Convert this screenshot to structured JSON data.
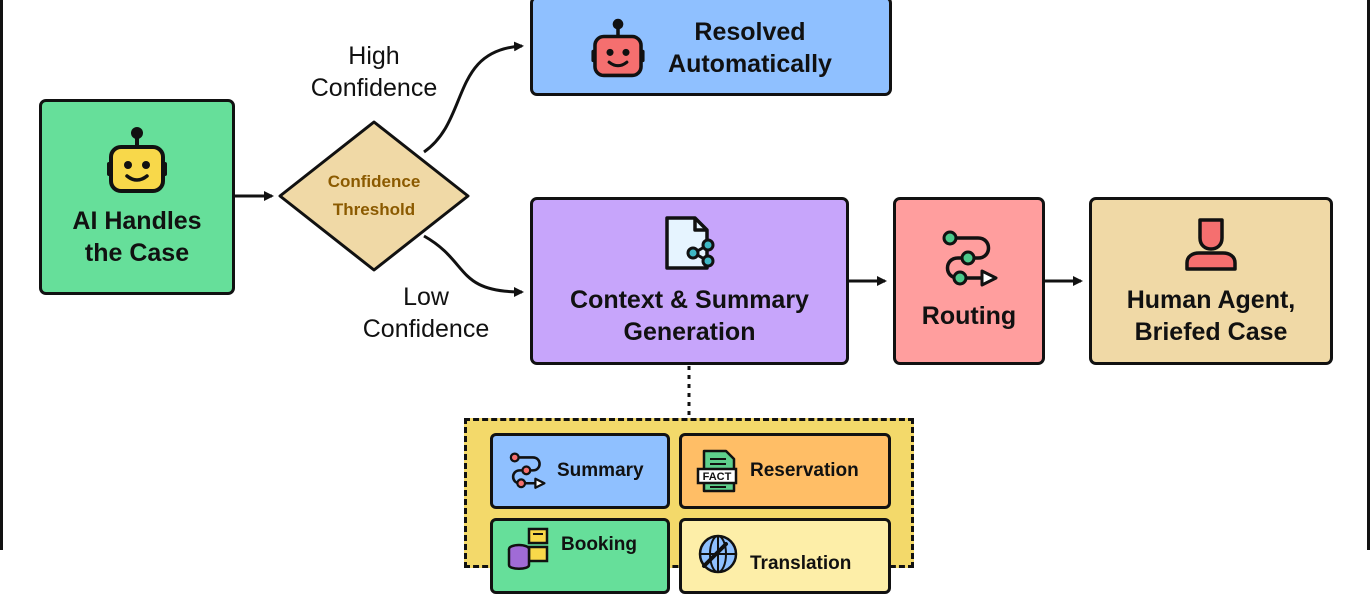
{
  "colors": {
    "ai_box": "#66df9a",
    "decision": "#f0d9a6",
    "resolved": "#8fc0ff",
    "context": "#c7a5fb",
    "routing": "#ff9e9e",
    "human": "#f0d9a6",
    "tools_panel": "#f3d96a",
    "decision_text": "#8b5a00"
  },
  "nodes": {
    "ai_handles": {
      "line1": "AI Handles",
      "line2": "the Case",
      "icon": "robot-icon"
    },
    "decision": {
      "line1": "Confidence",
      "line2": "Threshold"
    },
    "resolved": {
      "line1": "Resolved",
      "line2": "Automatically",
      "icon": "robot-icon"
    },
    "context": {
      "line1": "Context & Summary",
      "line2": "Generation",
      "icon": "document-share-icon"
    },
    "routing": {
      "label": "Routing",
      "icon": "route-icon"
    },
    "human": {
      "line1": "Human Agent,",
      "line2": "Briefed Case",
      "icon": "person-icon"
    }
  },
  "edge_labels": {
    "high": {
      "line1": "High",
      "line2": "Confidence"
    },
    "low": {
      "line1": "Low",
      "line2": "Confidence"
    }
  },
  "tools": [
    {
      "label": "Summary",
      "icon": "route-icon",
      "color": "#8fc0ff"
    },
    {
      "label": "Reservation",
      "icon": "fact-sheet-icon",
      "color": "#ffbe66"
    },
    {
      "label": "Booking",
      "icon": "database-folder-icon",
      "color": "#66df9a"
    },
    {
      "label": "Translation",
      "icon": "globe-icon",
      "color": "#fdeea8"
    }
  ]
}
